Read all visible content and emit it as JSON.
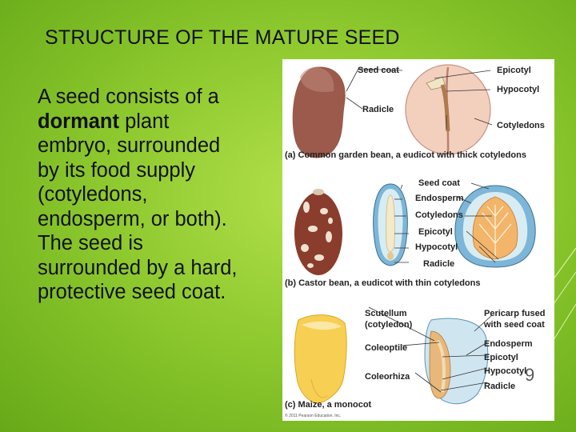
{
  "slide": {
    "title": "STRUCTURE OF THE MATURE SEED",
    "body_parts": [
      "A seed consists of a ",
      "dormant",
      " plant embryo, surrounded by its food supply (cotyledons, endosperm, or both). The seed is surrounded by a hard, protective seed coat."
    ],
    "page_number": "9"
  },
  "figure": {
    "a": {
      "labels": {
        "seed_coat": "Seed coat",
        "epicotyl": "Epicotyl",
        "hypocotyl": "Hypocotyl",
        "radicle": "Radicle",
        "cotyledons": "Cotyledons"
      },
      "caption_letter": "(a)",
      "caption": "Common garden bean, a eudicot with thick cotyledons"
    },
    "b": {
      "labels": {
        "seed_coat": "Seed coat",
        "endosperm": "Endosperm",
        "cotyledons": "Cotyledons",
        "epicotyl": "Epicotyl",
        "hypocotyl": "Hypocotyl",
        "radicle": "Radicle"
      },
      "caption_letter": "(b)",
      "caption": "Castor bean, a eudicot with thin cotyledons"
    },
    "c": {
      "labels": {
        "scutellum_1": "Scutellum",
        "scutellum_2": "(cotyledon)",
        "pericarp_1": "Pericarp fused",
        "pericarp_2": "with seed coat",
        "coleoptile": "Coleoptile",
        "endosperm": "Endosperm",
        "epicotyl": "Epicotyl",
        "coleorhiza": "Coleorhiza",
        "hypocotyl": "Hypocotyl",
        "radicle": "Radicle"
      },
      "caption_letter": "(c)",
      "caption": "Maize, a monocot"
    },
    "copyright": "© 2011 Pearson Education, Inc.",
    "colors": {
      "bean": "#9b5a4c",
      "cotyledon": "#f3cfbe",
      "castor": "#8a3d2c",
      "endosperm": "#d8ecf4",
      "maize": "#f7cf52"
    }
  }
}
